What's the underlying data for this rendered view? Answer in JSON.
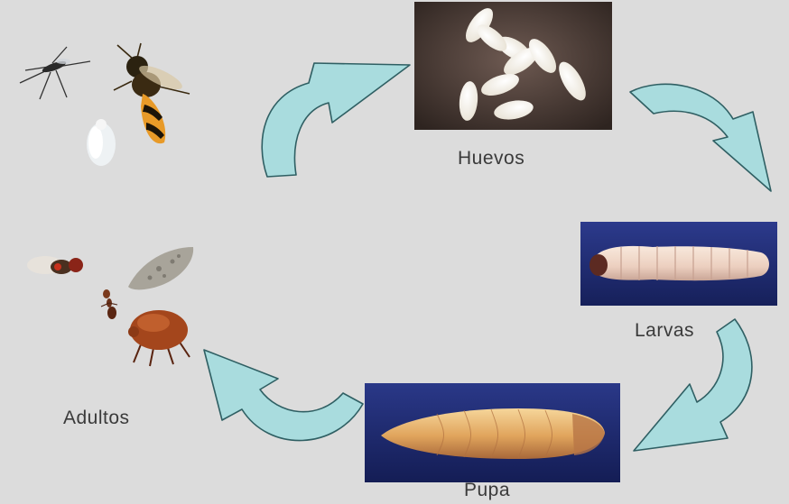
{
  "stages": {
    "eggs": {
      "label": "Huevos",
      "icon": "eggs-photo"
    },
    "larvae": {
      "label": "Larvas",
      "icon": "larva-photo"
    },
    "pupa": {
      "label": "Pupa",
      "icon": "pupa-photo"
    },
    "adults": {
      "label": "Adultos",
      "icon": "adult-insects-photo"
    }
  },
  "colors": {
    "background": "#dcdcdc",
    "arrow_fill": "#a9dcde",
    "arrow_stroke": "#2f5f63",
    "photo_bg_dark": "#3a2e2a",
    "photo_bg_blue": "#1d2a6e"
  }
}
